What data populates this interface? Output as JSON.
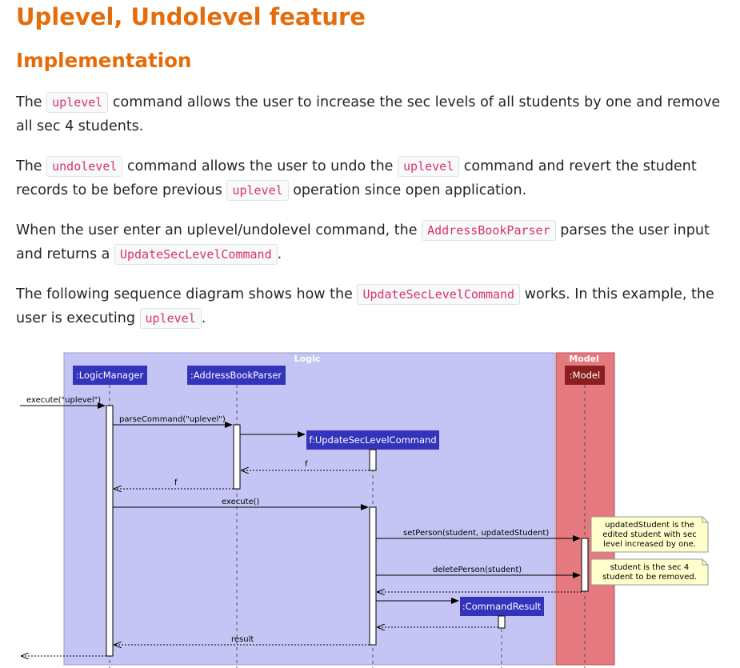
{
  "heading": "Uplevel, Undolevel feature",
  "subheading": "Implementation",
  "p1": {
    "code": "uplevel",
    "text1": " command allows the user to increase the sec levels of all students by one and remove all sec 4 students."
  },
  "p2": {
    "code1": "undolevel",
    "text1": " command allows the user to undo the ",
    "code2": "uplevel",
    "text2": " command and revert the student records to be before previous ",
    "code3": "uplevel",
    "text3": " operation since open application."
  },
  "p3": {
    "text1": "When the user enter an uplevel/undolevel command, the ",
    "code1": "AddressBookParser",
    "text2": " parses the user input and returns a ",
    "code2": "UpdateSecLevelCommand",
    "text3": "."
  },
  "p4": {
    "text1": "The following sequence diagram shows how the ",
    "code1": "UpdateSecLevelCommand",
    "text2": " works. In this example, the user is executing ",
    "code2": "uplevel",
    "text3": "."
  },
  "the_word": "The ",
  "diagram": {
    "frames": {
      "logic": "Logic",
      "model": "Model"
    },
    "participants": {
      "logic_manager": ":LogicManager",
      "parser": ":AddressBookParser",
      "command": "f:UpdateSecLevelCommand",
      "model": ":Model",
      "result": ":CommandResult"
    },
    "messages": {
      "execute_uplevel": "execute(\"uplevel\")",
      "parse_command": "parseCommand(\"uplevel\")",
      "return_f_inner": "f",
      "return_f_outer": "f",
      "execute": "execute()",
      "set_person": "setPerson(student, updatedStudent)",
      "delete_person": "deletePerson(student)",
      "result": "result"
    },
    "notes": {
      "note1": [
        "updatedStudent is the",
        "edited student with sec",
        "level increased by one."
      ],
      "note2": [
        "student is the sec 4",
        "student to be removed."
      ]
    },
    "colors": {
      "logic_bg": "#c5c5f5",
      "model_bg": "#e57980",
      "participant_blue": "#3333bb",
      "participant_red": "#8b1e1e",
      "note_bg": "#ffffcc",
      "heading": "#e46c0a",
      "code_text": "#d6336c"
    }
  }
}
